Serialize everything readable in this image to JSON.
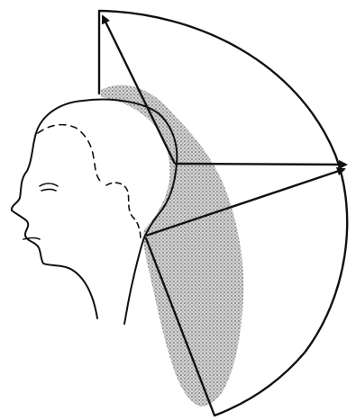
{
  "diagram": {
    "subject": "head-profile-with-cutting-guide",
    "colors": {
      "line": "#111111",
      "hair_shade": "#9a9a9a",
      "background": "#ffffff"
    },
    "elements": [
      "head-outline",
      "hairline-dashed",
      "shaded-hair-section",
      "wedge-outline",
      "arrow-top",
      "arrow-middle",
      "arrow-lower"
    ]
  }
}
